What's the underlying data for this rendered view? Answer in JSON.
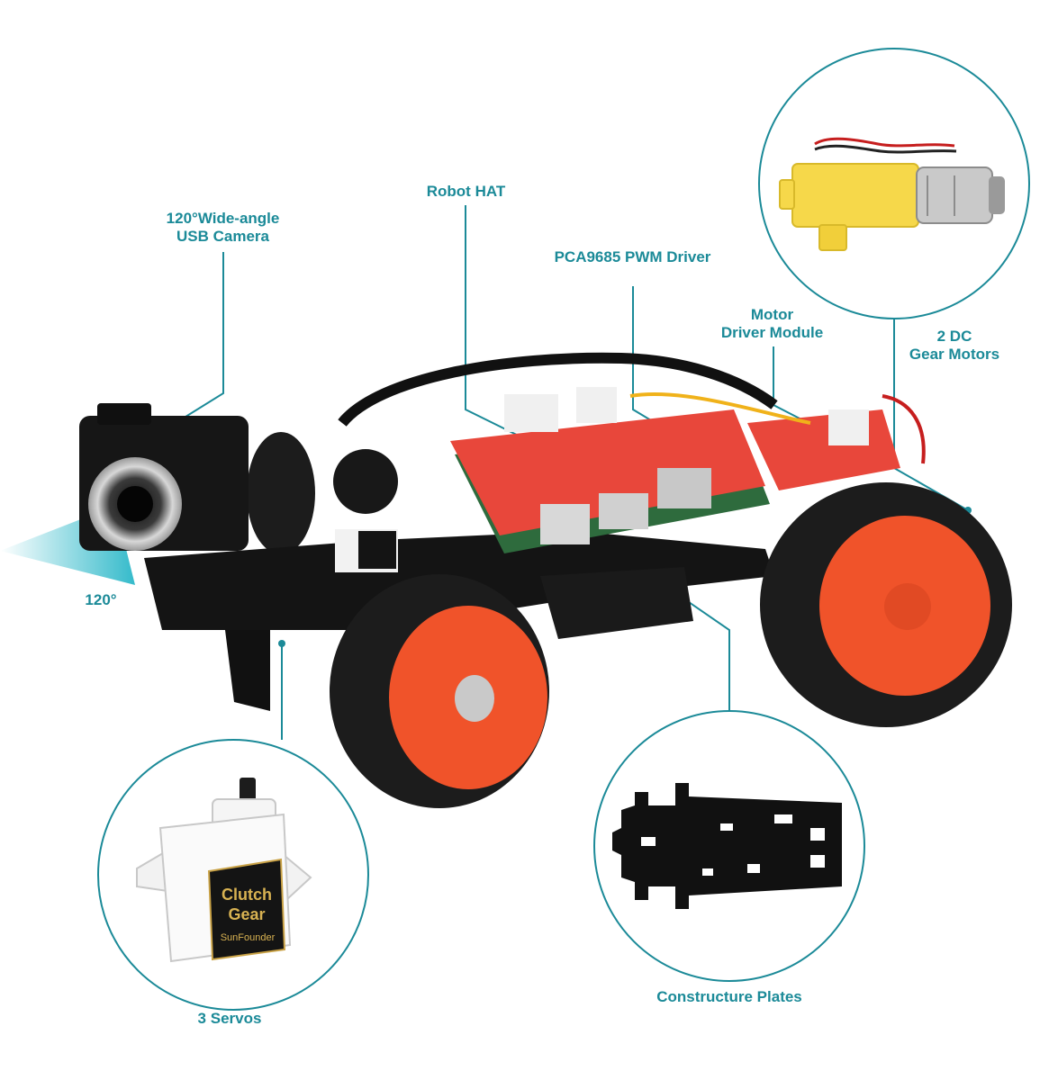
{
  "labels": {
    "camera": [
      "120°Wide-angle",
      "USB Camera"
    ],
    "robot_hat": "Robot HAT",
    "pwm_driver": "PCA9685 PWM Driver",
    "motor_driver": [
      "Motor",
      "Driver Module"
    ],
    "gear_motors": [
      "2 DC",
      "Gear Motors"
    ],
    "fov_angle": "120°",
    "servos": "3 Servos",
    "plates": "Constructure Plates"
  },
  "servo_brand": [
    "Clutch",
    "Gear",
    "SunFounder"
  ],
  "colors": {
    "accent": "#1b8a98",
    "wheel_hub": "#f0532a",
    "board": "#e8473b",
    "tire": "#1c1c1c",
    "motor_yellow": "#f6d84a"
  }
}
